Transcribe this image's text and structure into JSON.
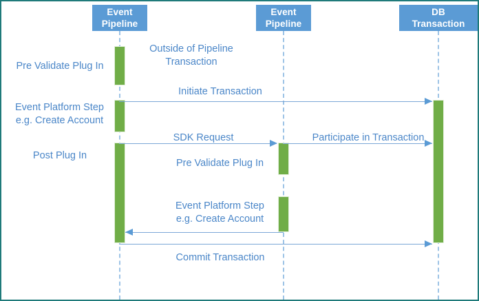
{
  "diagram": {
    "title": "Event Pipeline DB Transaction Sequence Diagram",
    "border_color": "#1F7A7A",
    "background": "#ffffff",
    "accent_blue": "#5B9BD5",
    "lifeline_color": "#9DC3E6",
    "activation_green": "#70AD47",
    "text_blue": "#4A86C8"
  },
  "participants": [
    {
      "id": "event-pipeline-left",
      "line1": "Event",
      "line2": "Pipeline"
    },
    {
      "id": "event-pipeline-middle",
      "line1": "Event",
      "line2": "Pipeline"
    },
    {
      "id": "db-transaction",
      "line1": "DB",
      "line2": "Transaction"
    }
  ],
  "left_labels": [
    {
      "id": "pre-validate-plug-in",
      "text": "Pre Validate Plug In"
    },
    {
      "id": "event-platform-step",
      "text": "Event Platform Step\ne.g. Create Account"
    },
    {
      "id": "post-plug-in",
      "text": "Post Plug In"
    }
  ],
  "messages": [
    {
      "id": "outside-of-pipeline-transaction",
      "text": "Outside of Pipeline\nTransaction",
      "kind": "note"
    },
    {
      "id": "initiate-transaction",
      "text": "Initiate Transaction",
      "kind": "arrow",
      "direction": "right",
      "from": "event-pipeline-left",
      "to": "db-transaction"
    },
    {
      "id": "sdk-request",
      "text": "SDK Request",
      "kind": "arrow",
      "direction": "right",
      "from": "event-pipeline-left",
      "to": "event-pipeline-middle"
    },
    {
      "id": "participate-in-transaction",
      "text": "Participate in Transaction",
      "kind": "arrow",
      "direction": "right",
      "from": "event-pipeline-middle",
      "to": "db-transaction"
    },
    {
      "id": "pre-validate-plug-in-middle",
      "text": "Pre Validate Plug In",
      "kind": "note"
    },
    {
      "id": "event-platform-step-middle",
      "text": "Event Platform Step\ne.g. Create Account",
      "kind": "note"
    },
    {
      "id": "return-to-pipeline",
      "text": "",
      "kind": "arrow",
      "direction": "left",
      "from": "event-pipeline-middle",
      "to": "event-pipeline-left"
    },
    {
      "id": "commit-transaction",
      "text": "Commit Transaction",
      "kind": "arrow",
      "direction": "right",
      "from": "event-pipeline-left",
      "to": "db-transaction"
    }
  ]
}
